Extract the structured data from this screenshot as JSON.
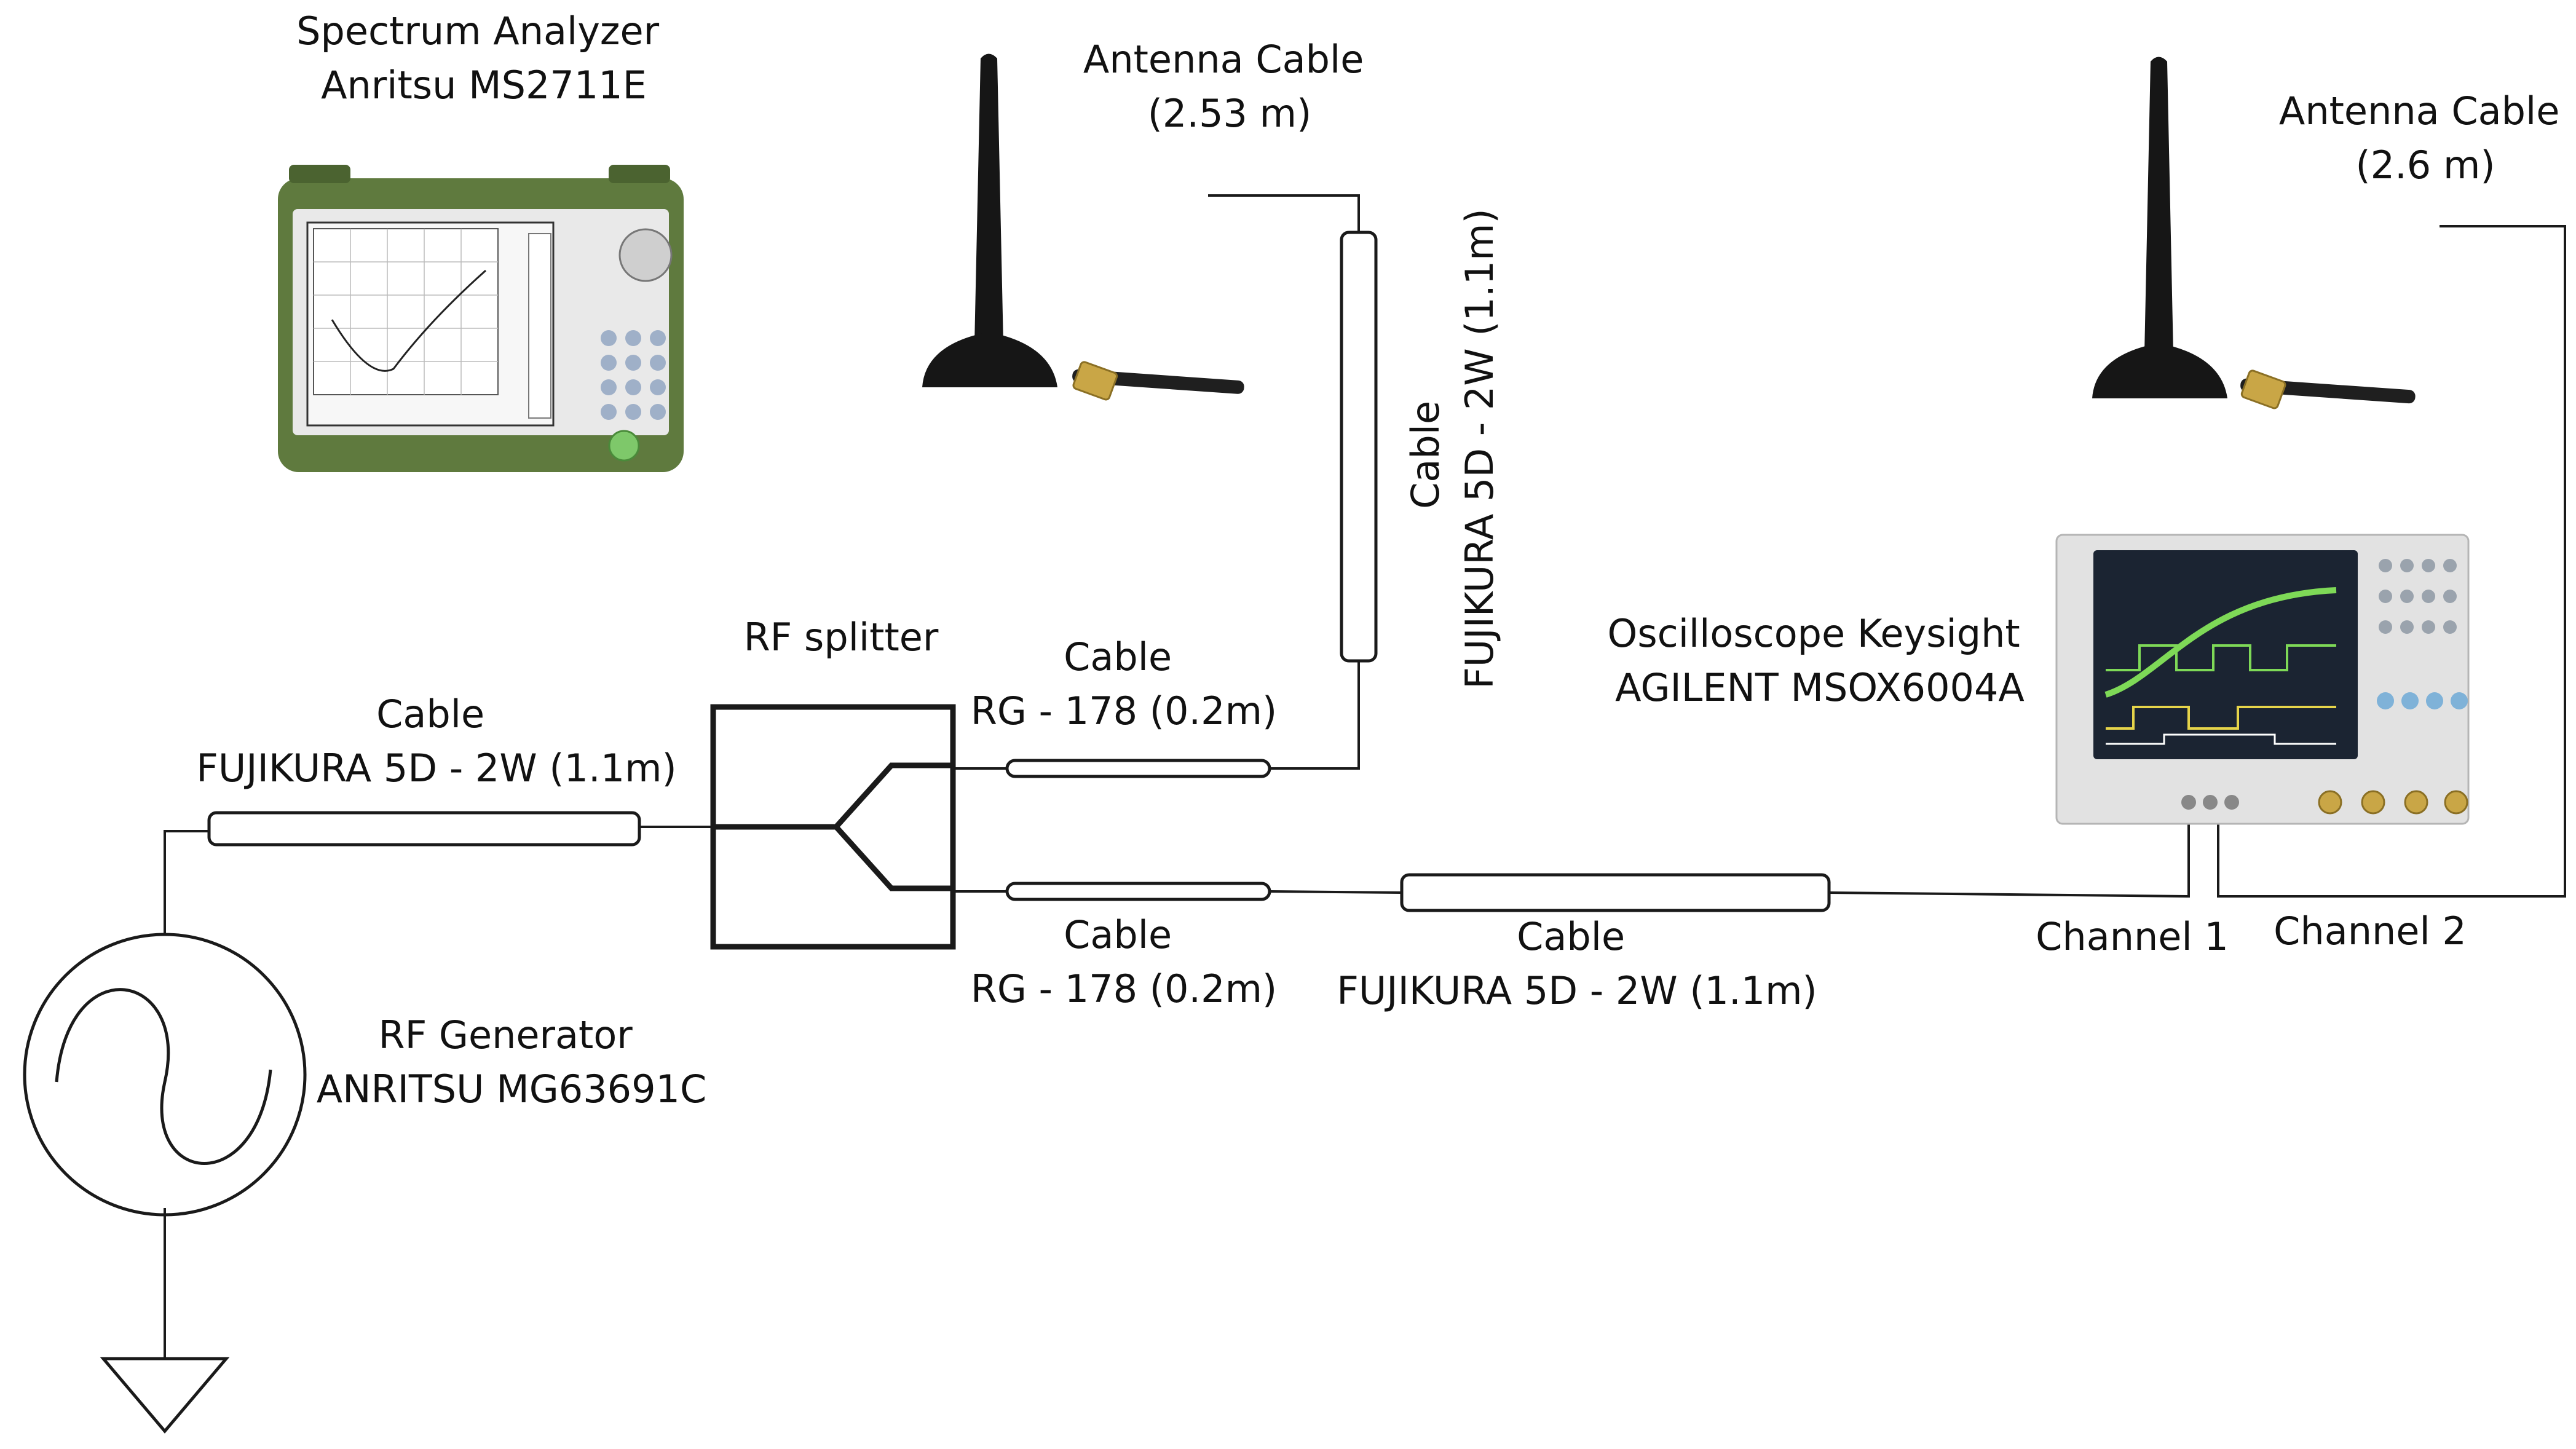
{
  "colors": {
    "line": "#1a1a1a",
    "device_green": "#5f7a3e",
    "device_body": "#d8d8d8",
    "screen": "#1b2432",
    "waveform_green": "#7ed957",
    "waveform_yellow": "#e6d44a",
    "antenna_black": "#161616",
    "sma_gold": "#c9a646"
  },
  "labels": {
    "spectrum_analyzer": [
      "Spectrum Analyzer",
      "Anritsu MS2711E"
    ],
    "antenna_left": [
      "Antenna Cable",
      "(2.53 m)"
    ],
    "antenna_right": [
      "Antenna Cable",
      "(2.6 m)"
    ],
    "vertical_cable": [
      "Cable",
      "FUJIKURA 5D - 2W (1.1m)"
    ],
    "rf_splitter": "RF splitter",
    "cable_top_short": [
      "Cable",
      "RG - 178 (0.2m)"
    ],
    "cable_input": [
      "Cable",
      "FUJIKURA 5D - 2W (1.1m)"
    ],
    "oscilloscope": [
      "Oscilloscope Keysight",
      "AGILENT MSOX6004A"
    ],
    "cable_bottom_short": [
      "Cable",
      "RG - 178 (0.2m)"
    ],
    "cable_bottom_long": [
      "Cable",
      "FUJIKURA 5D - 2W (1.1m)"
    ],
    "channel_1": "Channel 1",
    "channel_2": "Channel 2",
    "rf_generator": [
      "RF Generator",
      "ANRITSU MG63691C"
    ]
  },
  "icons": {
    "generator": "ac-source-icon",
    "ground": "ground-icon",
    "antenna": "magnetic-antenna-icon",
    "splitter": "splitter-icon"
  }
}
